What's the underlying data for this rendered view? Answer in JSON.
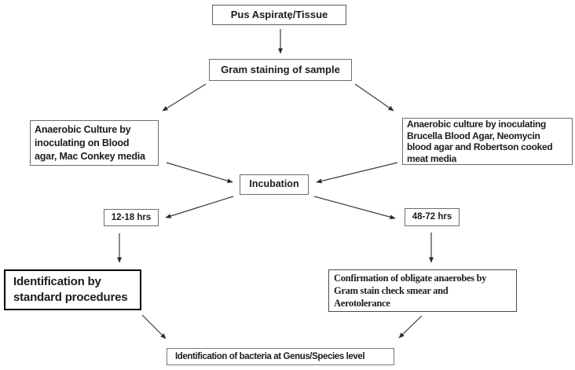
{
  "nodes": {
    "pus": {
      "text": "Pus Aspirate/Tissue"
    },
    "gram": {
      "text": "Gram staining of sample"
    },
    "culture_left": {
      "text": "Anaerobic Culture by\ninoculating on Blood\nagar, Mac Conkey media"
    },
    "culture_right": {
      "text": "Anaerobic culture by inoculating\nBrucella Blood Agar, Neomycin\nblood agar and Robertson cooked\nmeat media"
    },
    "incubation": {
      "text": "Incubation"
    },
    "hrs_left": {
      "text": "12-18 hrs"
    },
    "hrs_right": {
      "text": "48-72 hrs"
    },
    "identification": {
      "text": "Identification by\nstandard procedures"
    },
    "confirmation": {
      "text": "Confirmation of obligate anaerobes by\nGram stain check smear and\nAerotolerance"
    },
    "genus": {
      "text": "Identification of bacteria at Genus/Species level"
    }
  },
  "marks": {
    "stray_dot": "."
  },
  "edges": [
    {
      "from": "pus",
      "to": "gram"
    },
    {
      "from": "gram",
      "to": "culture_left"
    },
    {
      "from": "gram",
      "to": "culture_right"
    },
    {
      "from": "culture_left",
      "to": "incubation"
    },
    {
      "from": "culture_right",
      "to": "incubation"
    },
    {
      "from": "incubation",
      "to": "hrs_left"
    },
    {
      "from": "incubation",
      "to": "hrs_right"
    },
    {
      "from": "hrs_left",
      "to": "identification"
    },
    {
      "from": "hrs_right",
      "to": "confirmation"
    },
    {
      "from": "identification",
      "to": "genus"
    },
    {
      "from": "confirmation",
      "to": "genus"
    }
  ],
  "colors": {
    "background": "#ffffff",
    "text": "#1c1c1c",
    "box_border": "#6e6e6e",
    "dark_border": "#000000",
    "arrow": "#3d3d3d"
  }
}
